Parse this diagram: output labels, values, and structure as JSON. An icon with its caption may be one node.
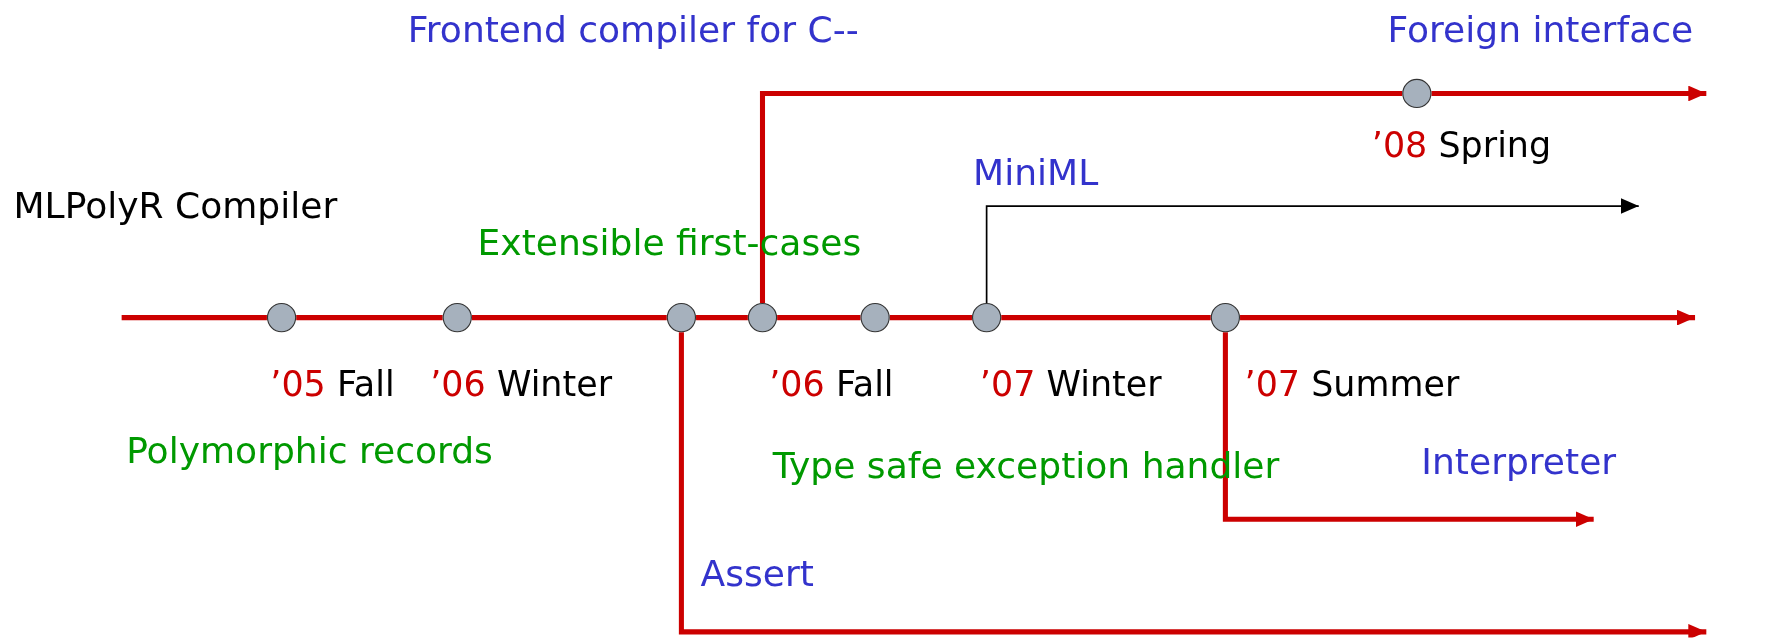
{
  "diagram": {
    "nodes": [
      {
        "text": [],
        "shape": "circle",
        "beside": [
          "’05 Fall"
        ]
      },
      {
        "text": [],
        "shape": "circle",
        "beside": [
          "’06 Winter"
        ]
      },
      {
        "text": [],
        "shape": "circle"
      },
      {
        "text": [],
        "shape": "circle",
        "beside": [
          "’06 Fall"
        ]
      },
      {
        "text": [],
        "shape": "circle"
      },
      {
        "text": [],
        "shape": "circle",
        "beside": [
          "’07 Winter"
        ]
      },
      {
        "text": [],
        "shape": "circle",
        "beside": [
          "’07 Summer"
        ]
      },
      {
        "text": [],
        "shape": "circle",
        "beside": [
          "’08 Spring"
        ]
      }
    ],
    "edges": [
      {
        "from": null,
        "to": 0,
        "arrow": "none"
      },
      {
        "from": 0,
        "to": 1,
        "arrow": "none"
      },
      {
        "from": 1,
        "to": 2,
        "arrow": "none"
      },
      {
        "from": 2,
        "to": 3,
        "arrow": "none"
      },
      {
        "from": 3,
        "to": 4,
        "arrow": "none"
      },
      {
        "from": 4,
        "to": 5,
        "arrow": "none"
      },
      {
        "from": 5,
        "to": 6,
        "arrow": "none"
      },
      {
        "from": 6,
        "to": null,
        "arrow": "to"
      },
      {
        "from": 3,
        "to": 7,
        "arrow": "none"
      },
      {
        "from": 7,
        "to": null,
        "arrow": "to"
      },
      {
        "from": 5,
        "to": null,
        "arrow": "to",
        "color": "#000000"
      },
      {
        "from": 6,
        "to": null,
        "arrow": "to"
      },
      {
        "from": 2,
        "to": null,
        "arrow": "to"
      }
    ],
    "labels": [
      "Frontend compiler for C--",
      "Foreign interface",
      "MLPolyR Compiler",
      "MiniML",
      "Extensible first-cases",
      "Polymorphic records",
      "Type safe exception handler",
      "Interpreter",
      "Assert"
    ]
  }
}
